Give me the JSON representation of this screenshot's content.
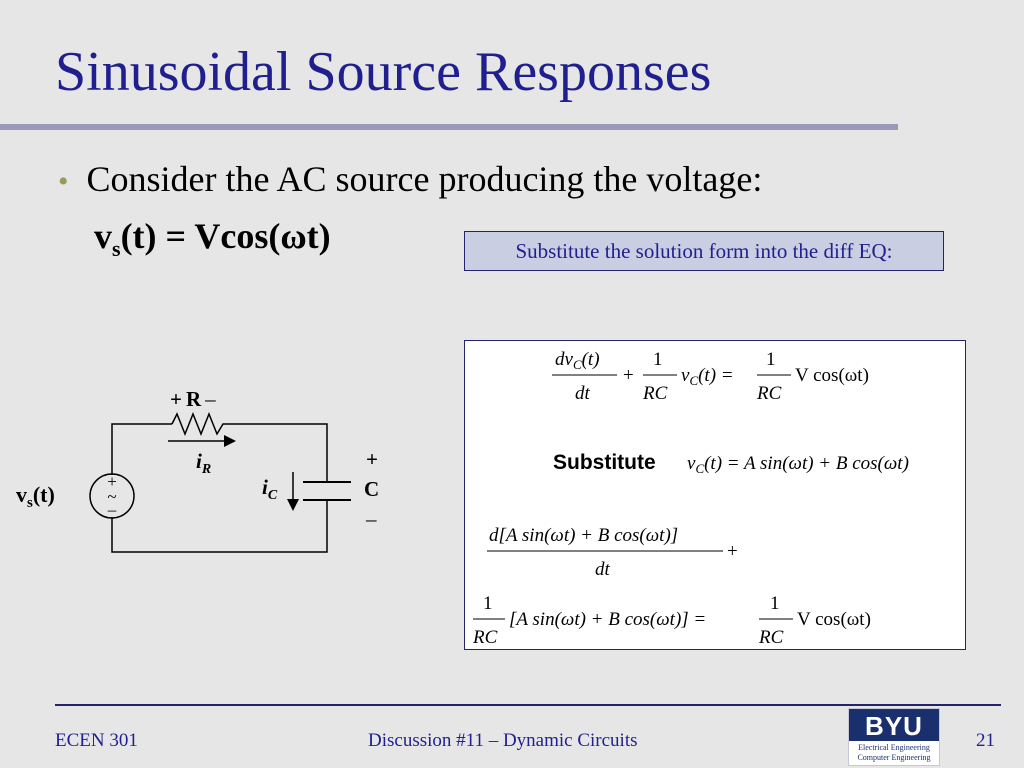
{
  "slide": {
    "title": "Sinusoidal Source Responses",
    "bullet": {
      "symbol": "•",
      "text": "Consider the AC source producing the voltage:"
    },
    "source_eq": {
      "lhs_main": "v",
      "lhs_sub": "s",
      "rhs": "(t) = Vcos(ωt)"
    },
    "callout": "Substitute the solution form into the diff EQ:"
  },
  "math": {
    "eq1": {
      "num1": "dv",
      "num1_sub": "C",
      "num1_arg": "(t)",
      "den1": "dt",
      "plus": "+",
      "frac2_num": "1",
      "frac2_den": "RC",
      "term2": "v",
      "term2_sub": "C",
      "term2_arg": "(t) =",
      "frac3_num": "1",
      "frac3_den": "RC",
      "rhs": "V cos(ωt)"
    },
    "substitute_label": "Substitute",
    "eq2": {
      "lhs": "v",
      "lhs_sub": "C",
      "rhs": "(t) = A sin(ωt) + B cos(ωt)"
    },
    "eq3": {
      "num": "d[A sin(ωt) + B cos(ωt)]",
      "den": "dt",
      "plus": "+"
    },
    "eq4": {
      "frac_num": "1",
      "frac_den": "RC",
      "mid": "[A sin(ωt) + B cos(ωt)] =",
      "frac2_num": "1",
      "frac2_den": "RC",
      "rhs": "V cos(ωt)"
    }
  },
  "circuit": {
    "resistor_plus": "+",
    "resistor_label": "R",
    "resistor_minus": "–",
    "ir_main": "i",
    "ir_sub": "R",
    "source_label_main": "v",
    "source_label_sub": "s",
    "source_label_arg": "(t)",
    "source_plus": "+",
    "source_tilde": "~",
    "source_minus": "–",
    "ic_main": "i",
    "ic_sub": "C",
    "cap_plus": "+",
    "cap_label": "C",
    "cap_minus": "–"
  },
  "footer": {
    "course": "ECEN 301",
    "topic": "Discussion #11 – Dynamic Circuits",
    "page": "21",
    "logo_word": "BYU",
    "logo_line1": "Electrical Engineering",
    "logo_line2": "Computer Engineering"
  },
  "colors": {
    "title": "#1f1f8f",
    "background": "#e6e6e6",
    "callout_fill": "#c9cee2",
    "rule": "#9a9ab8"
  }
}
